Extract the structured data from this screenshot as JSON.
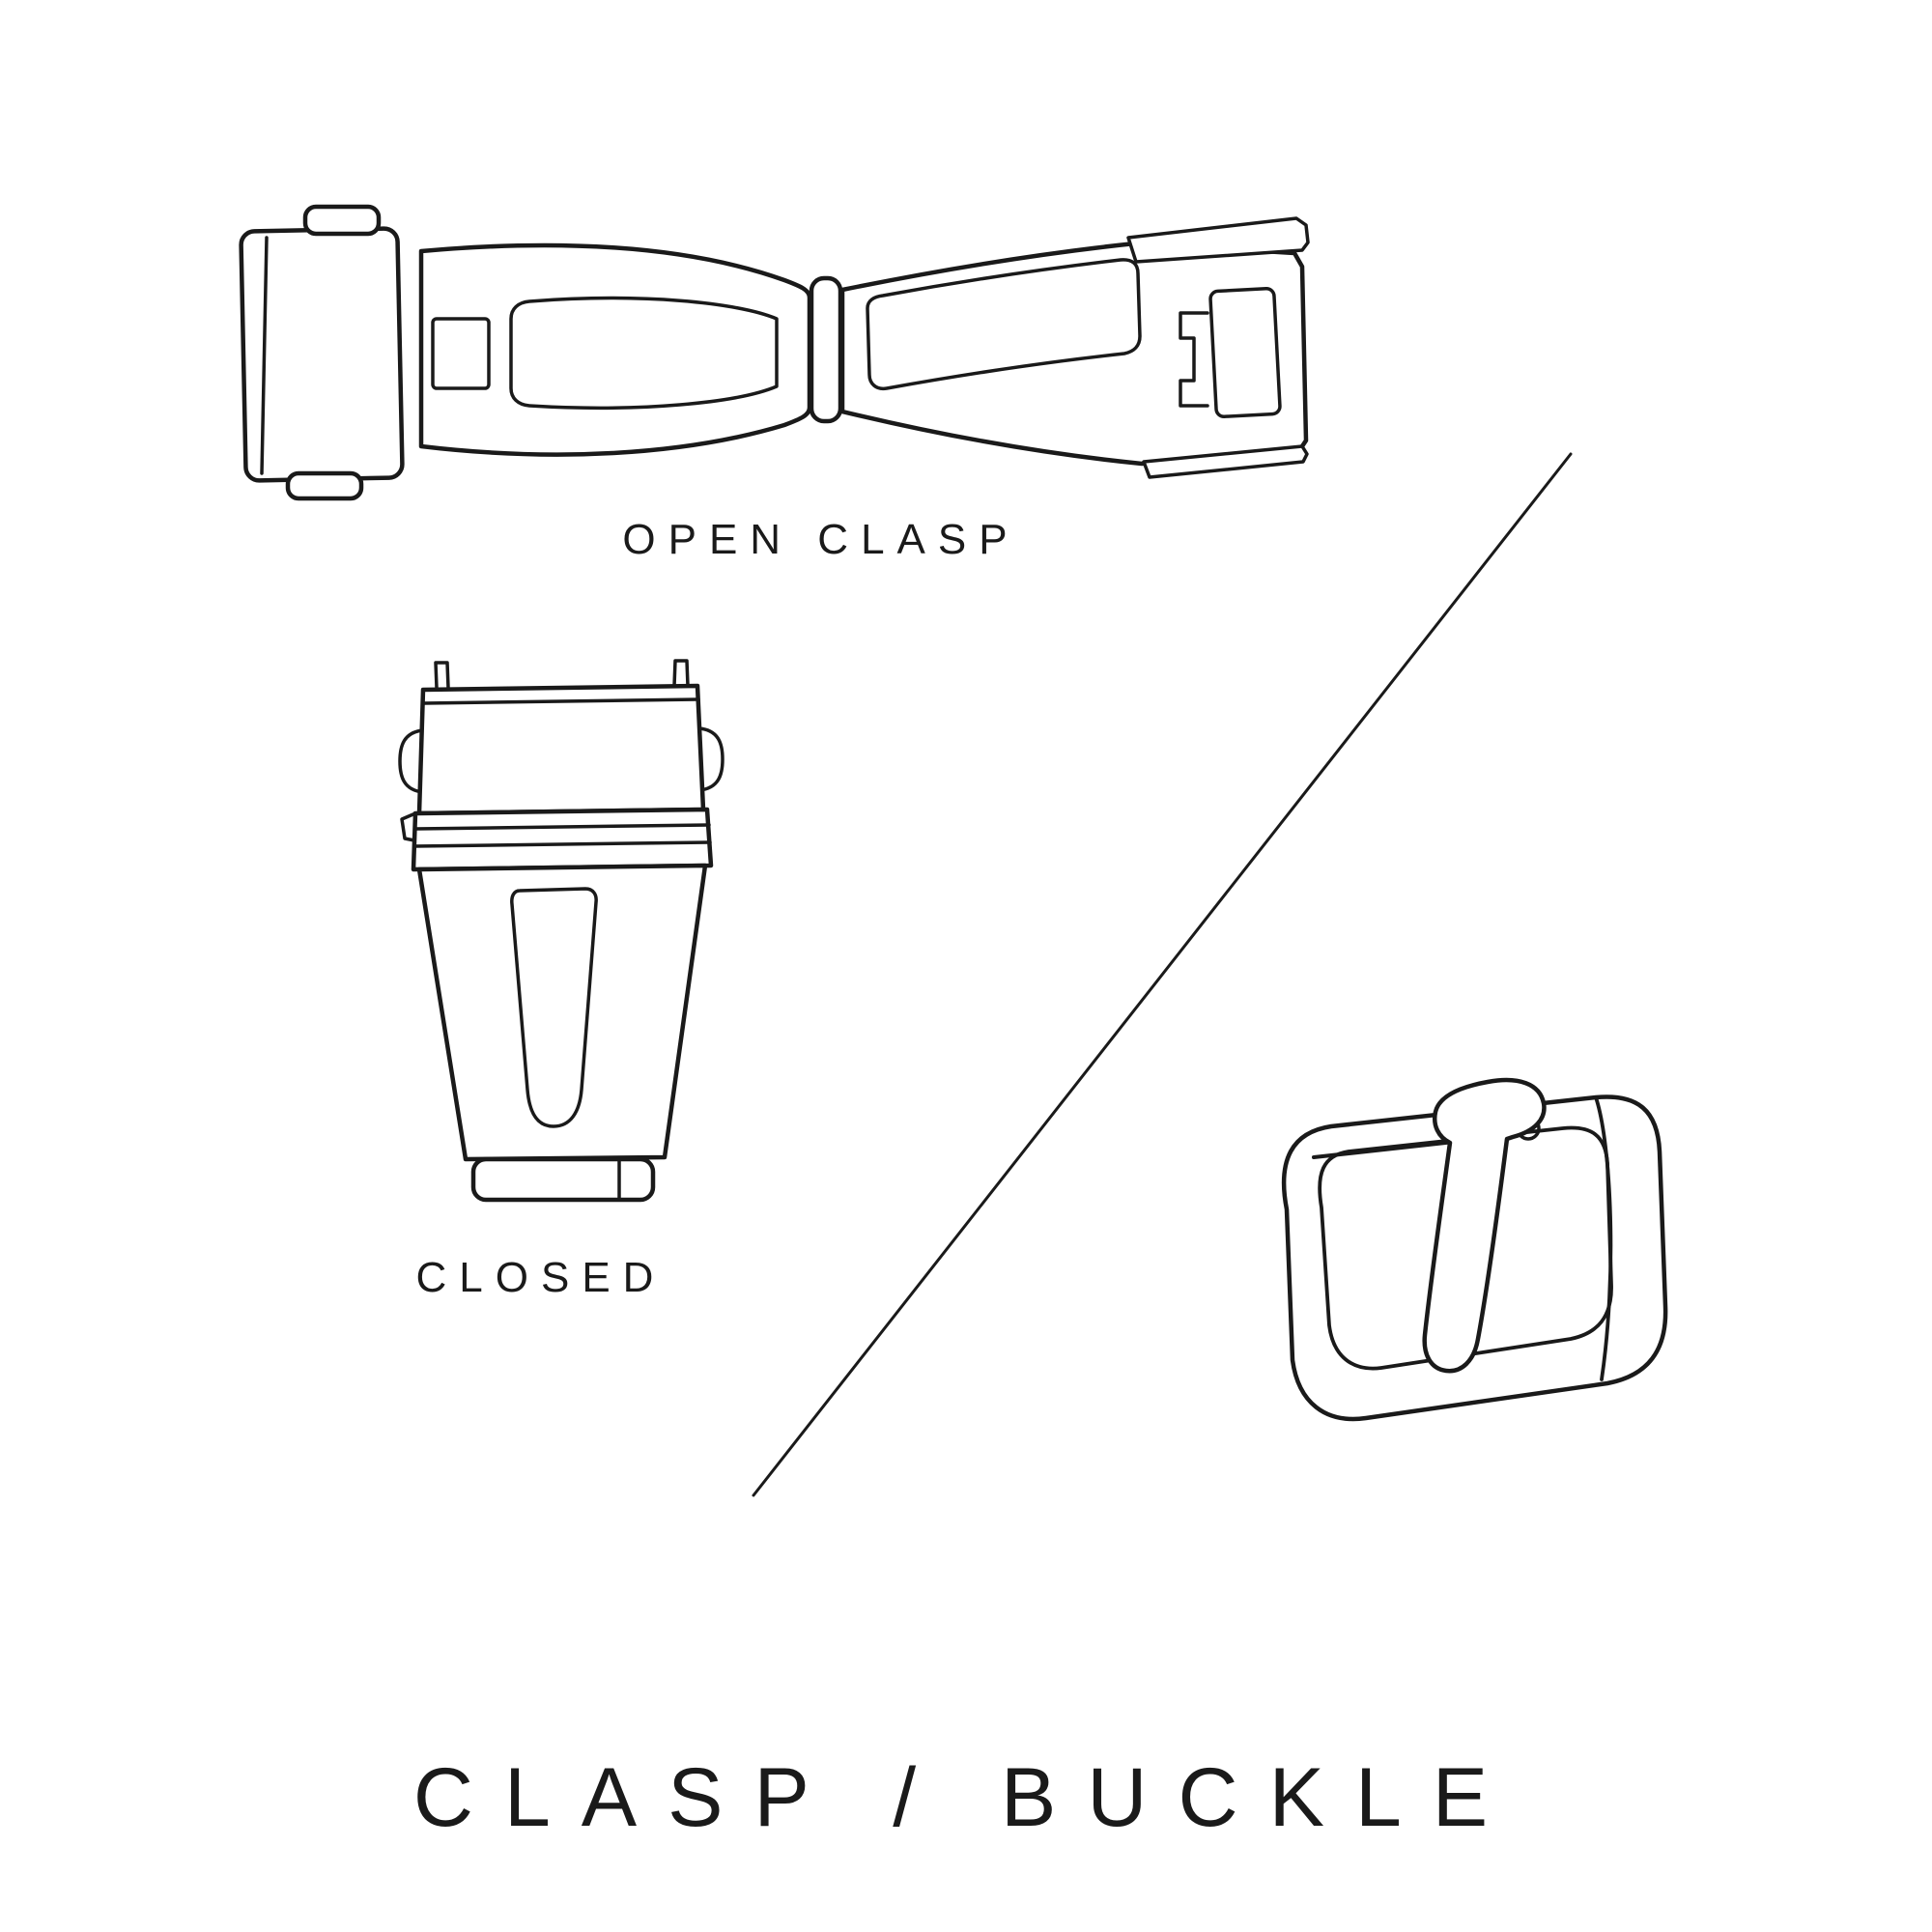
{
  "page": {
    "background": "#ffffff",
    "ink": "#1a1a1a"
  },
  "figures": {
    "open_clasp": {
      "label": "OPEN CLASP"
    },
    "closed_clasp": {
      "label": "CLOSED"
    },
    "buckle": {
      "label": ""
    }
  },
  "title": "CLASP / BUCKLE"
}
